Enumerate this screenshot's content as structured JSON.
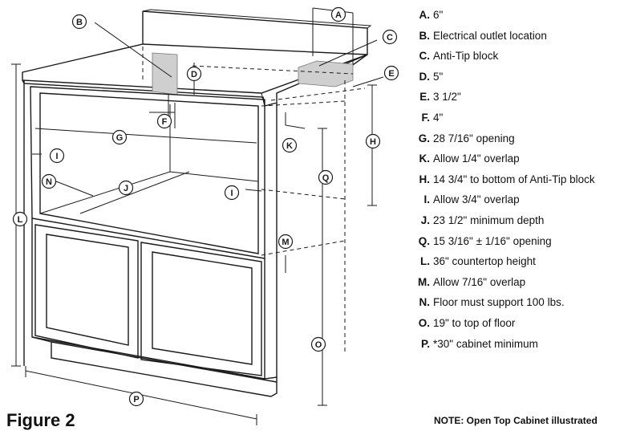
{
  "figure": {
    "title": "Figure 2"
  },
  "note": "NOTE: Open Top Cabinet illustrated",
  "legend": [
    {
      "key": "A.",
      "text": "6\""
    },
    {
      "key": "B.",
      "text": "Electrical outlet location"
    },
    {
      "key": "C.",
      "text": "Anti-Tip block"
    },
    {
      "key": "D.",
      "text": "5\""
    },
    {
      "key": "E.",
      "text": "3 1/2\""
    },
    {
      "key": "F.",
      "text": "4\""
    },
    {
      "key": "G.",
      "text": "28 7/16\" opening"
    },
    {
      "key": "K.",
      "text": "Allow 1/4\" overlap"
    },
    {
      "key": "H.",
      "text": "14 3/4\" to bottom of Anti-Tip block"
    },
    {
      "key": "I.",
      "text": "Allow 3/4\" overlap"
    },
    {
      "key": "J.",
      "text": "23 1/2\" minimum depth"
    },
    {
      "key": "Q.",
      "text": "15 3/16\" ± 1/16\" opening"
    },
    {
      "key": "L.",
      "text": "36\" countertop height"
    },
    {
      "key": "M.",
      "text": "Allow 7/16\" overlap"
    },
    {
      "key": "N.",
      "text": "Floor must support 100 lbs."
    },
    {
      "key": "O.",
      "text": "19\" to top of floor"
    },
    {
      "key": "P.",
      "text": "*30\" cabinet minimum"
    }
  ],
  "callouts": {
    "A": "A",
    "B": "B",
    "C": "C",
    "D": "D",
    "E": "E",
    "F": "F",
    "G": "G",
    "H": "H",
    "I": "I",
    "J": "J",
    "K": "K",
    "L": "L",
    "M": "M",
    "N": "N",
    "O": "O",
    "P": "P",
    "Q": "Q"
  }
}
